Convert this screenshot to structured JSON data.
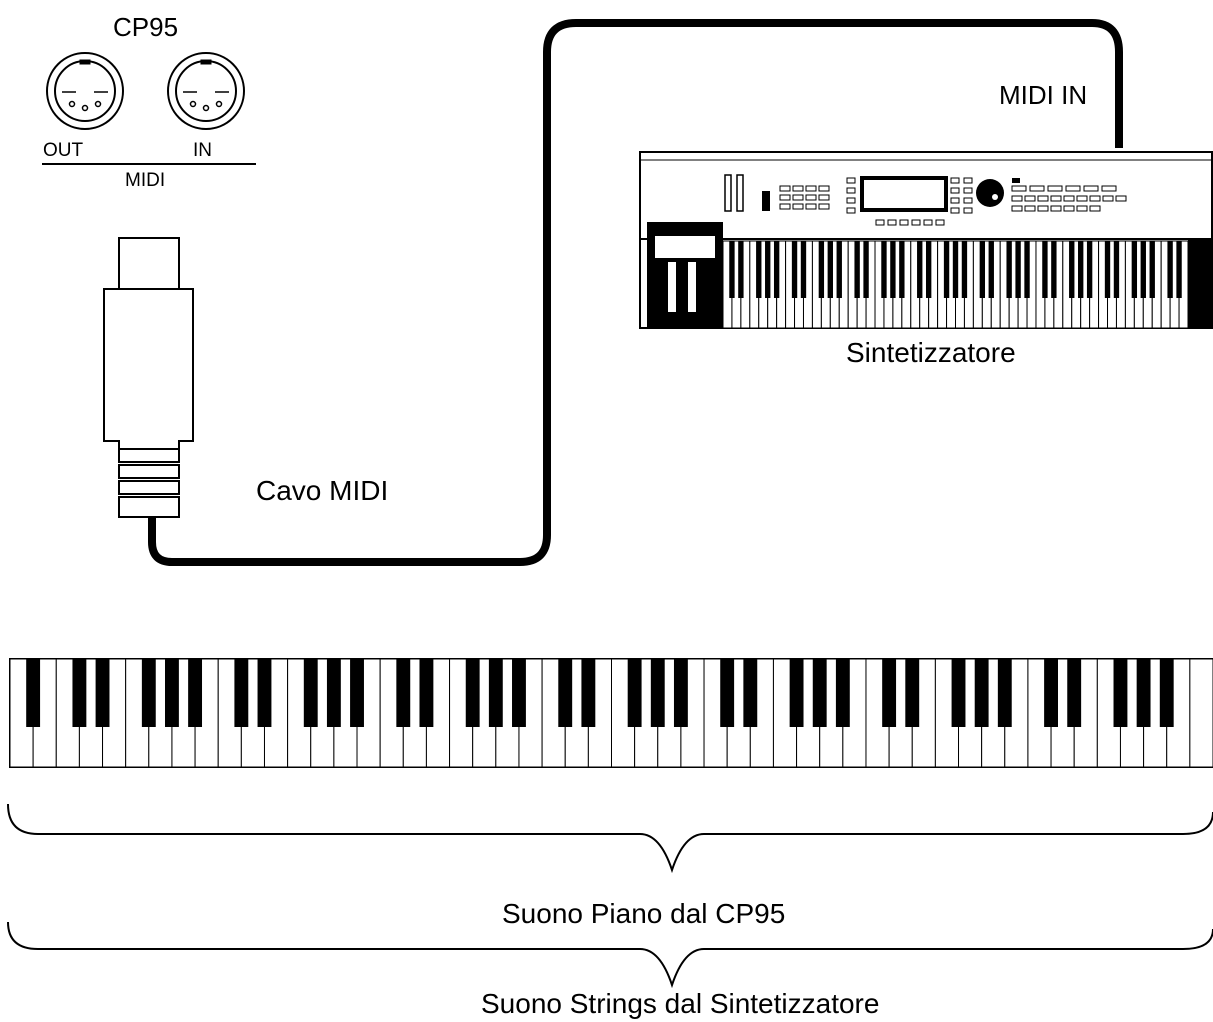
{
  "labels": {
    "cp95": "CP95",
    "out": "OUT",
    "in": "IN",
    "midi": "MIDI",
    "midi_in": "MIDI IN",
    "synth": "Sintetizzatore",
    "cable": "Cavo MIDI",
    "piano_zone": "Suono Piano dal CP95",
    "strings_zone": "Suono Strings dal Sintetizzatore"
  },
  "colors": {
    "line": "#000000",
    "background": "#ffffff"
  }
}
